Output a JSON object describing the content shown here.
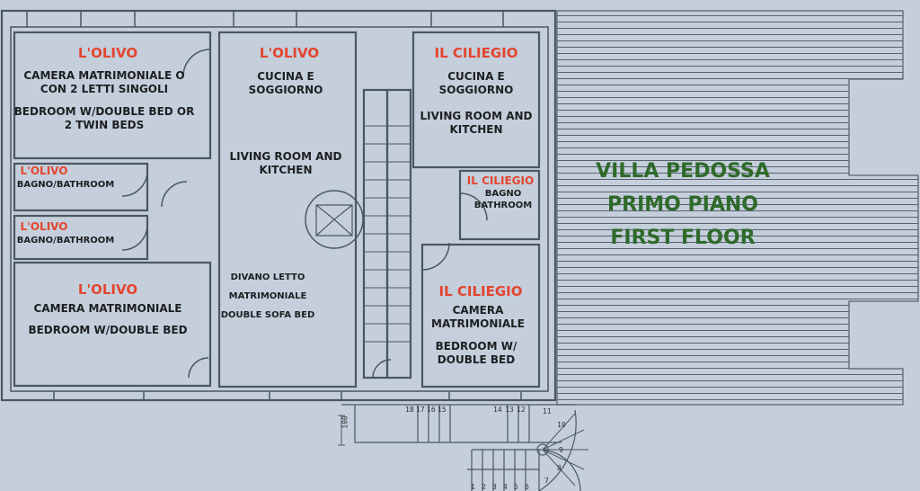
{
  "title": {
    "name": "VILLA PEDOSSA",
    "floor_it": "PRIMO PIANO",
    "floor_en": "FIRST FLOOR"
  },
  "rooms": [
    {
      "apartment": "L'OLIVO",
      "lines": [
        "CAMERA MATRIMONIALE O",
        "CON 2 LETTI SINGOLI"
      ],
      "lines_en": [
        "BEDROOM W/DOUBLE BED OR",
        "2 TWIN BEDS"
      ]
    },
    {
      "apartment": "L'OLIVO",
      "lines": [
        "CUCINA E",
        "SOGGIORNO"
      ],
      "lines_en": [
        "LIVING ROOM AND",
        "KITCHEN"
      ],
      "extra": [
        "DIVANO LETTO",
        "MATRIMONIALE",
        "DOUBLE SOFA BED"
      ]
    },
    {
      "apartment": "L'OLIVO",
      "lines": [
        "BAGNO/BATHROOM"
      ]
    },
    {
      "apartment": "L'OLIVO",
      "lines": [
        "BAGNO/BATHROOM"
      ]
    },
    {
      "apartment": "L'OLIVO",
      "lines": [
        "CAMERA MATRIMONIALE"
      ],
      "lines_en": [
        "BEDROOM W/DOUBLE BED"
      ]
    },
    {
      "apartment": "IL CILIEGIO",
      "lines": [
        "CUCINA E",
        "SOGGIORNO"
      ],
      "lines_en": [
        "LIVING ROOM AND",
        "KITCHEN"
      ]
    },
    {
      "apartment": "IL CILIEGIO",
      "lines": [
        "BAGNO",
        "BATHROOM"
      ]
    },
    {
      "apartment": "IL CILIEGIO",
      "lines": [
        "CAMERA",
        "MATRIMONIALE"
      ],
      "lines_en": [
        "BEDROOM W/",
        "DOUBLE BED"
      ]
    }
  ],
  "dimension": "100",
  "step_numbers": [
    "18",
    "17",
    "16",
    "15",
    "14",
    "13",
    "12",
    "11",
    "10",
    "9",
    "8",
    "7",
    "1",
    "2",
    "3",
    "4",
    "5",
    "6"
  ],
  "colors": {
    "apartment_label": "#e4452f",
    "title": "#2f6a2b",
    "background": "#c4cfdb",
    "walls": "#4b5763"
  }
}
